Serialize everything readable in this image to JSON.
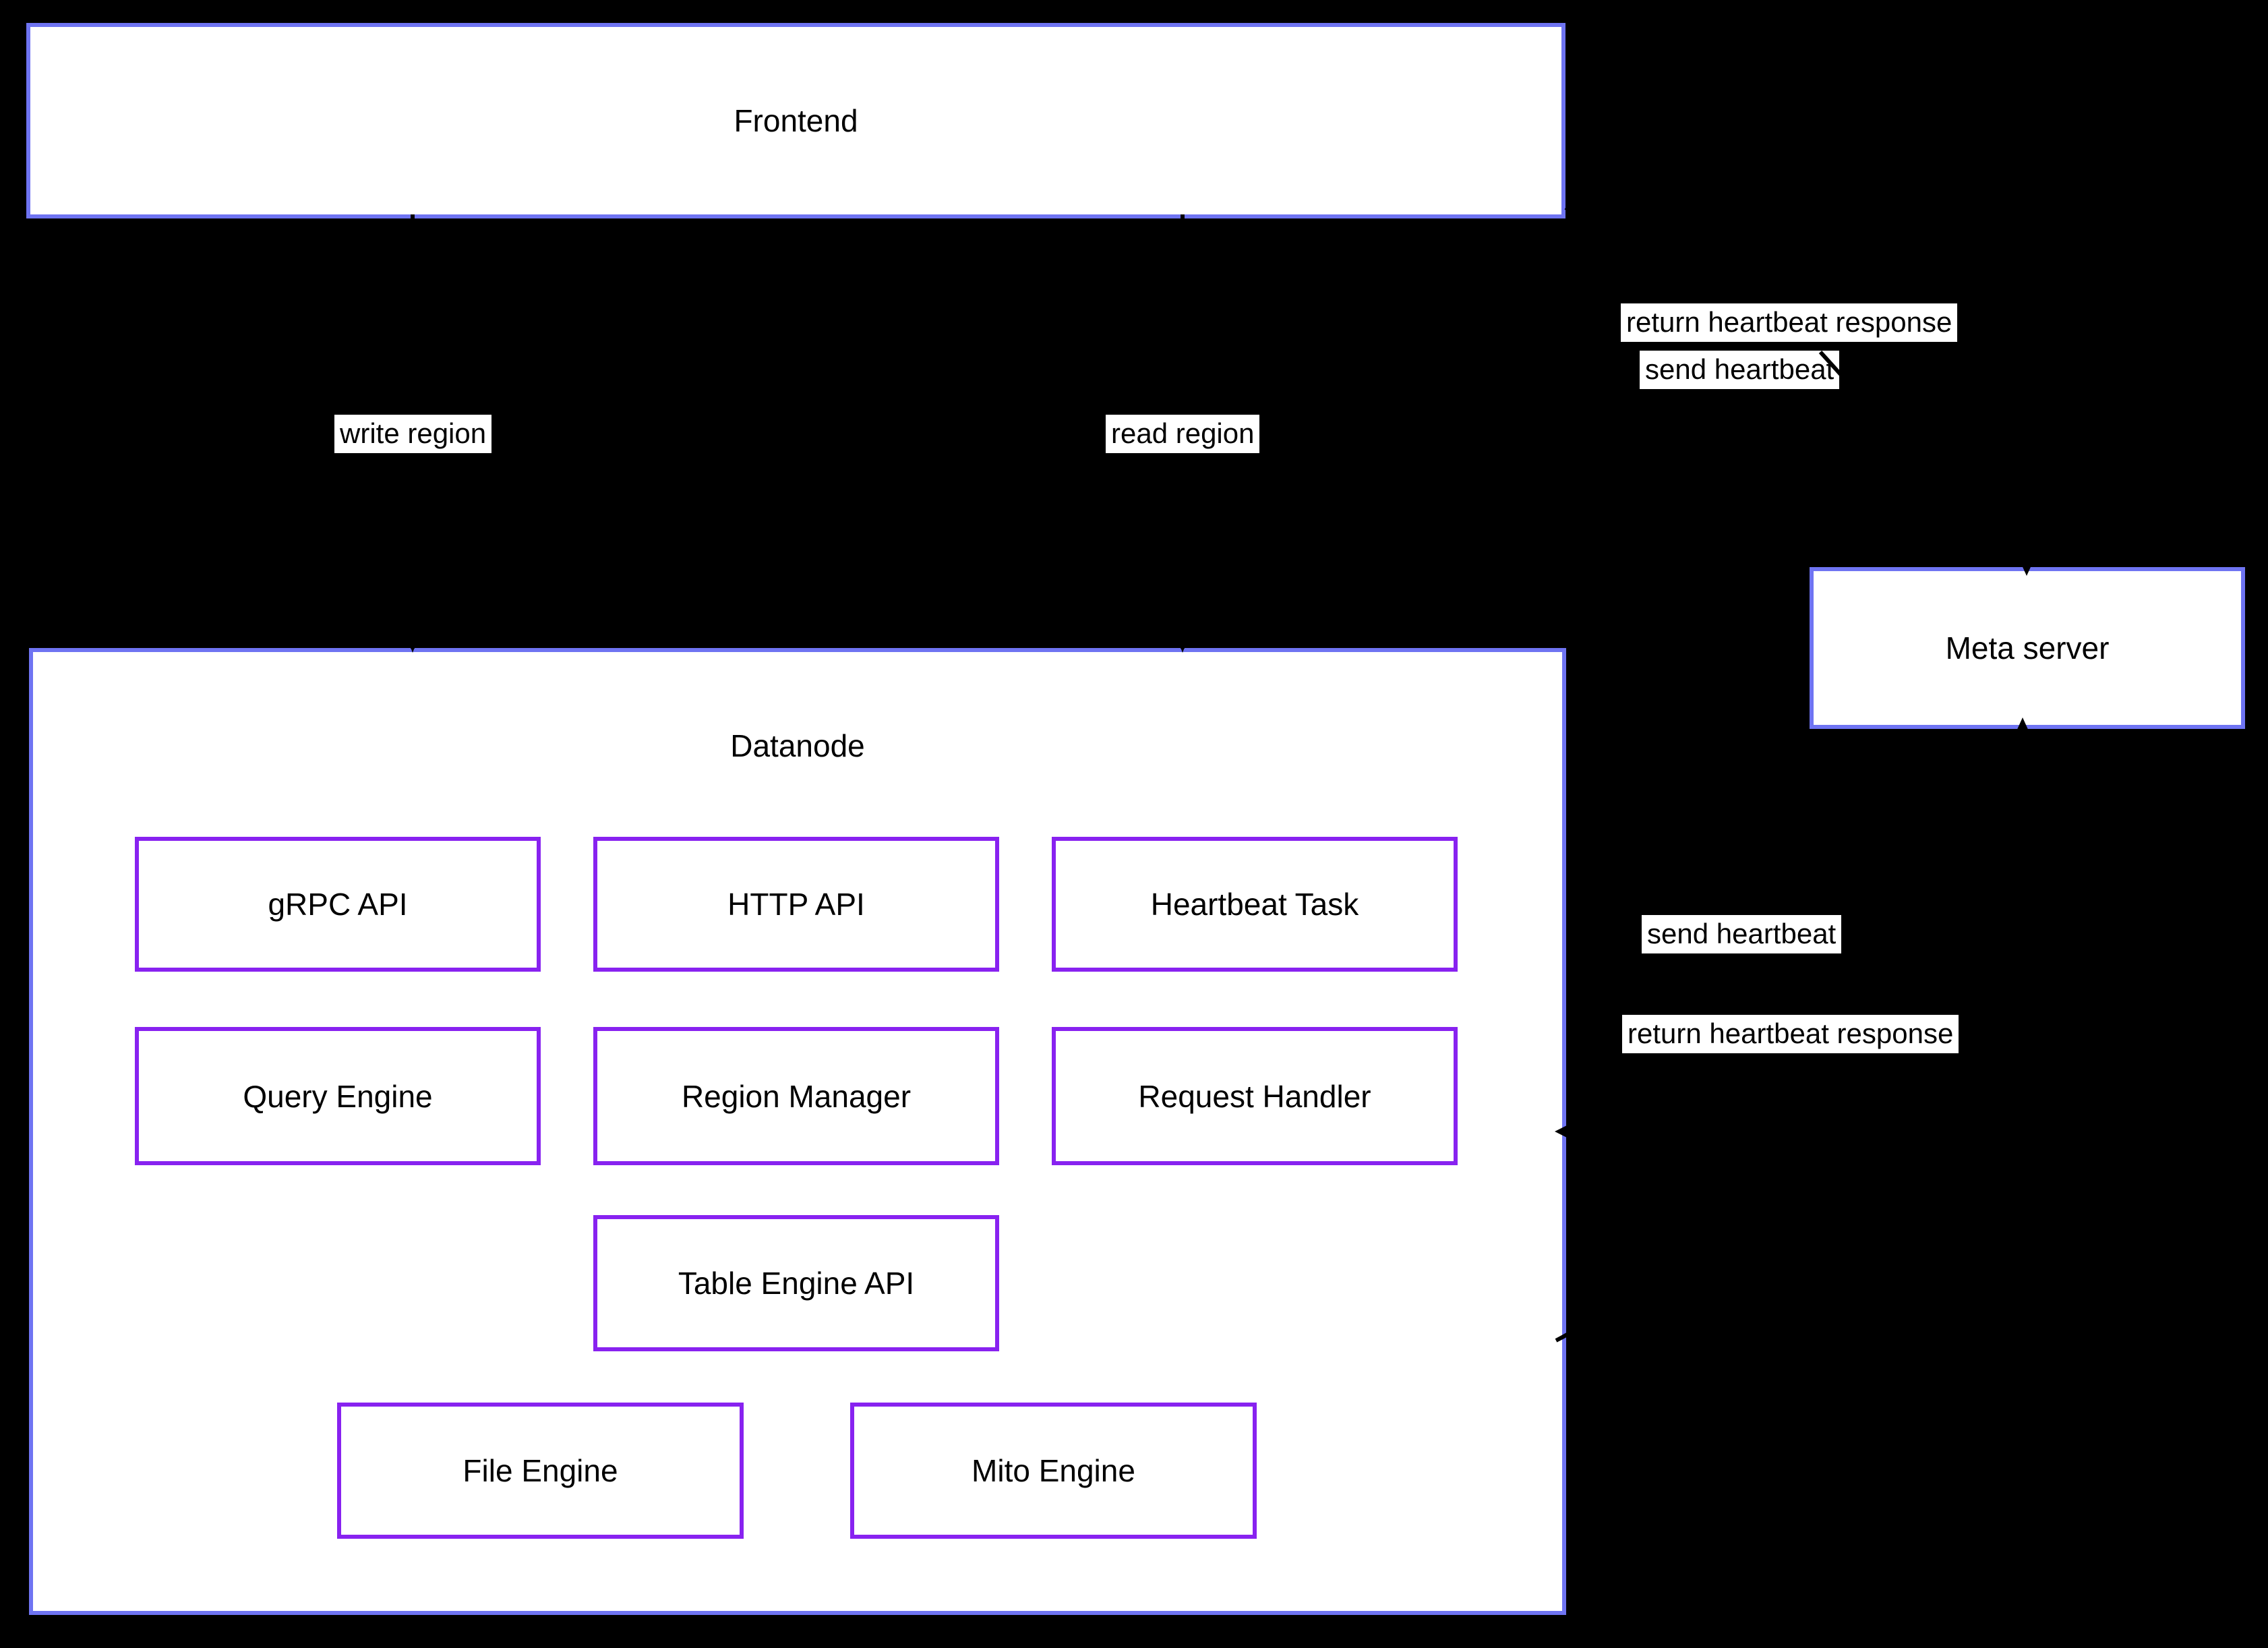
{
  "diagram": {
    "type": "architecture-flowchart",
    "nodes": {
      "frontend": {
        "label": "Frontend"
      },
      "datanode": {
        "label": "Datanode"
      },
      "meta_server": {
        "label": "Meta server"
      },
      "grpc_api": {
        "label": "gRPC API"
      },
      "http_api": {
        "label": "HTTP API"
      },
      "heartbeat_task": {
        "label": "Heartbeat Task"
      },
      "query_engine": {
        "label": "Query Engine"
      },
      "region_manager": {
        "label": "Region Manager"
      },
      "request_handler": {
        "label": "Request Handler"
      },
      "table_engine_api": {
        "label": "Table Engine API"
      },
      "file_engine": {
        "label": "File Engine"
      },
      "mito_engine": {
        "label": "Mito Engine"
      }
    },
    "edge_labels": {
      "write_region": "write region",
      "read_region": "read region",
      "frontend_send_heartbeat": "send heartbeat",
      "frontend_return_heartbeat": "return heartbeat response",
      "datanode_send_heartbeat": "send heartbeat",
      "datanode_return_heartbeat": "return heartbeat response"
    },
    "colors": {
      "background": "#000000",
      "outer_node_border": "#6f74f2",
      "inner_node_border": "#8822f0",
      "node_fill": "#ffffff",
      "edge_color": "#000000",
      "label_background": "#ffffff",
      "text": "#000000"
    }
  }
}
